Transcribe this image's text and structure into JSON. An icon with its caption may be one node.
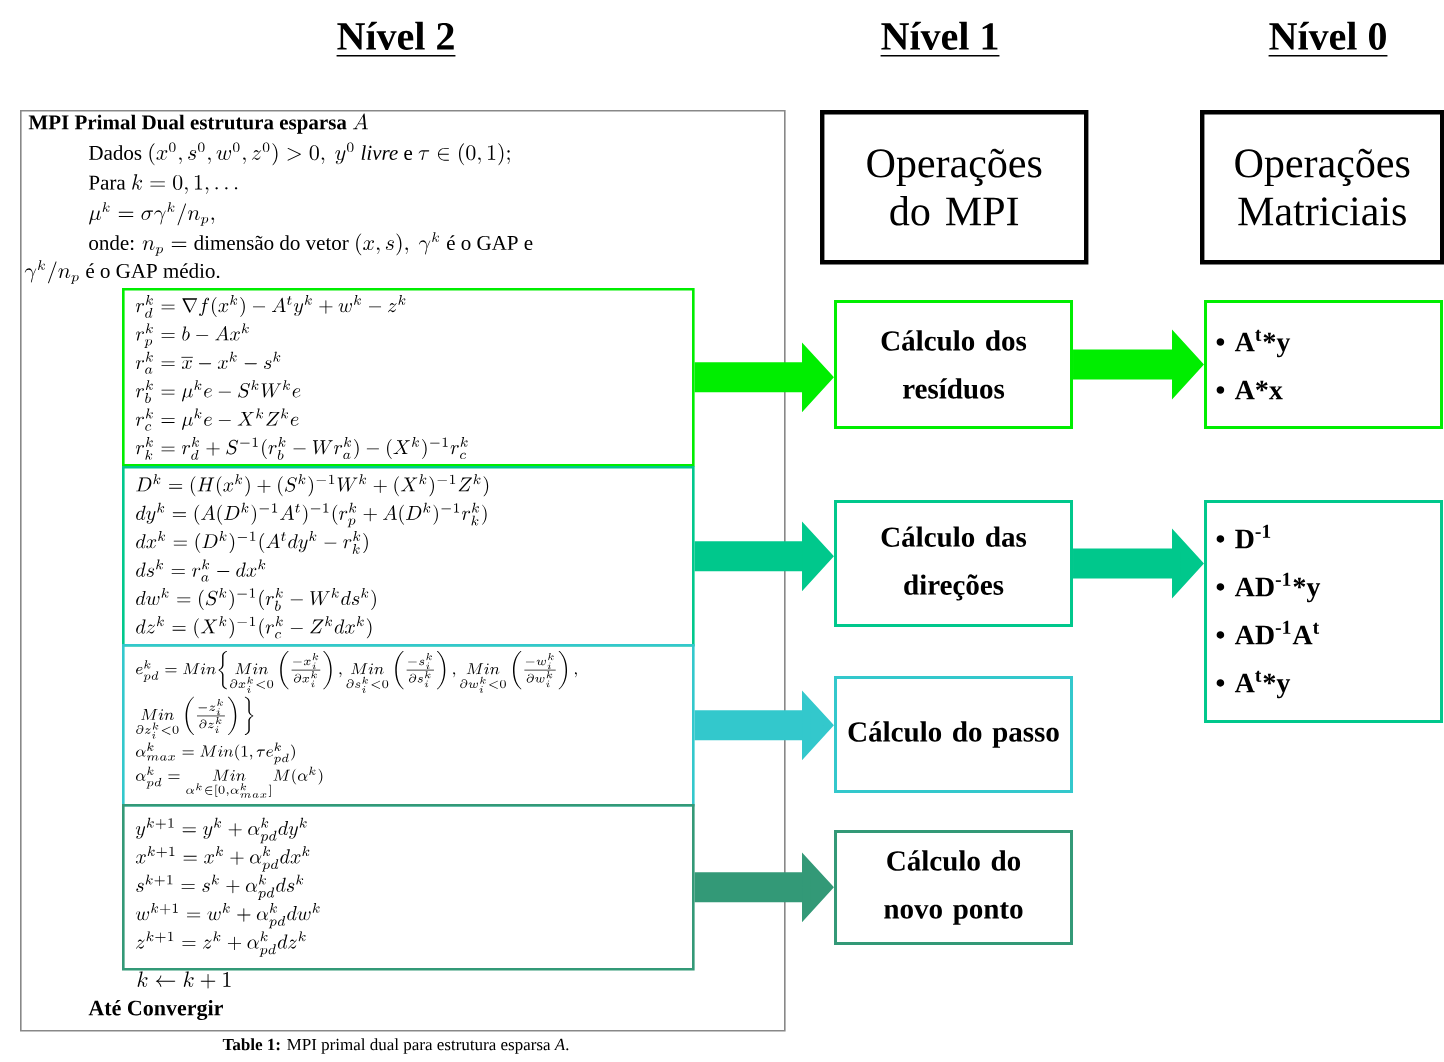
{
  "diagram": {
    "caption": "**Table 1:** MPI primal dual para estrutura esparsa *A*.",
    "nodes": [
      {
        "text": [
          "\\textbf{MPI Primal Dual estrutura esparsa}\\ A",
          "\\text{Dados } (x^0, s^0, w^0, z^0) > 0,\\ y^0\\ \\textit{livre} \\text{ e } \\tau \\in (0,1);",
          "\\text{Para } k = 0, 1, \\ldots",
          "\\mu^k = \\sigma \\gamma^k / n_p,",
          "\\text{onde: } n_p = \\text{dimensão do vetor } (x,s),\\ \\gamma^k \\text{ é o GAP e}",
          "\\gamma^k / n_p \\text{ é o GAP médio.}",
          "k \\leftarrow k+1",
          "Até Convergir"
        ]
      },
      {
        "text": [
          "r_d^k = \\nabla f(x^k) - A^t y^k + w^k - z^k",
          "r_p^k = b - Ax^k",
          "r_a^k = \\overline{x} - x^k - s^k",
          "r_b^k = \\mu^k e - S^k W^k e",
          "r_c^k = \\mu^k e - X^k Z^k e",
          "r_k^k = r_d^k + S^{-1}(r_b^k - W r_a^k) - (X^k)^{-1} r_c^k"
        ],
        "in": 0
      },
      {
        "text": [
          "D^k = (H(x^k) + (S^k)^{-1} W^k + (X^k)^{-1} Z^k)",
          "dy^k = (A(D^k)^{-1}A^t)^{-1}(r_p^k + A(D^k)^{-1} r_k^k)",
          "dx^k = (D^k)^{-1}(A^t dy^k - r_k^k)",
          "ds^k = r_a^k - dx^k",
          "dw^k = (S^k)^{-1}(r_b^k - W^k ds^k)",
          "dz^k = (X^k)^{-1}(r_c^k - Z^k dx^k)"
        ],
        "in": 0
      },
      {
        "text": [
          "e_{pd}^k = Min\\bigg\\{ \\underset{\\partial x_i^k<0}{Min}\\left(\\frac{-x_i^k}{\\partial x_i^k}\\right), \\underset{\\partial s_i^k<0}{Min}\\left(\\frac{-s_i^k}{\\partial s_i^k}\\right), \\underset{\\partial w_i^k<0}{Min}\\left(\\frac{-w_i^k}{\\partial w_i^k}\\right),",
          "\\underset{\\partial z_i^k<0}{Min}\\left(\\frac{-z_i^k}{\\partial z_i^k}\\right)\\bigg\\}",
          "\\alpha_{max}^k = Min(1, \\tau e_{pd}^k)",
          "\\alpha_{pd}^k = \\underset{\\alpha^k \\in [0,\\alpha_{max}^k]}{Min} M(\\alpha^k)"
        ],
        "in": 0
      },
      {
        "text": [
          "y^{k+1} = y^k + \\alpha_{pd}^k dy^k",
          "x^{k+1} = x^k + \\alpha_{pd}^k dx^k",
          "s^{k+1} = s^k + \\alpha_{pd}^k ds^k",
          "w^{k+1} = w^k + \\alpha_{pd}^k dw^k",
          "z^{k+1} = z^k + \\alpha_{pd}^k dz^k"
        ],
        "in": 0
      },
      {
        "text": [
          "Operações do MPI"
        ]
      },
      {
        "text": [
          "Operações Matriciais"
        ]
      },
      {
        "text": [
          "Cálculo dos resíduos"
        ]
      },
      {
        "text": [
          "Cálculo das direções"
        ]
      },
      {
        "text": [
          "Cálculo do passo"
        ]
      },
      {
        "text": [
          "Cálculo do novo ponto"
        ]
      },
      {
        "text": [
          "• A$^{t}$*y",
          "• A*x"
        ]
      },
      {
        "text": [
          "• D$^{-1}$",
          "• AD$^{-1}$*y",
          "• AD$^{-1}$A$^{t}$",
          "• A$^{t}$*y"
        ]
      }
    ],
    "edges": [
      {
        "from": 1,
        "to": 7,
        "arrow": "to",
        "color": "#00ee00"
      },
      {
        "from": 2,
        "to": 8,
        "arrow": "to",
        "color": "#00c88c"
      },
      {
        "from": 3,
        "to": 9,
        "arrow": "to",
        "color": "#33c8cc"
      },
      {
        "from": 4,
        "to": 10,
        "arrow": "to",
        "color": "#339977"
      },
      {
        "from": 7,
        "to": 11,
        "arrow": "to",
        "color": "#00ee00"
      },
      {
        "from": 8,
        "to": 12,
        "arrow": "to",
        "color": "#00c88c"
      }
    ],
    "labels": [
      "Nível 2",
      "Nível 1",
      "Nível 0"
    ]
  }
}
